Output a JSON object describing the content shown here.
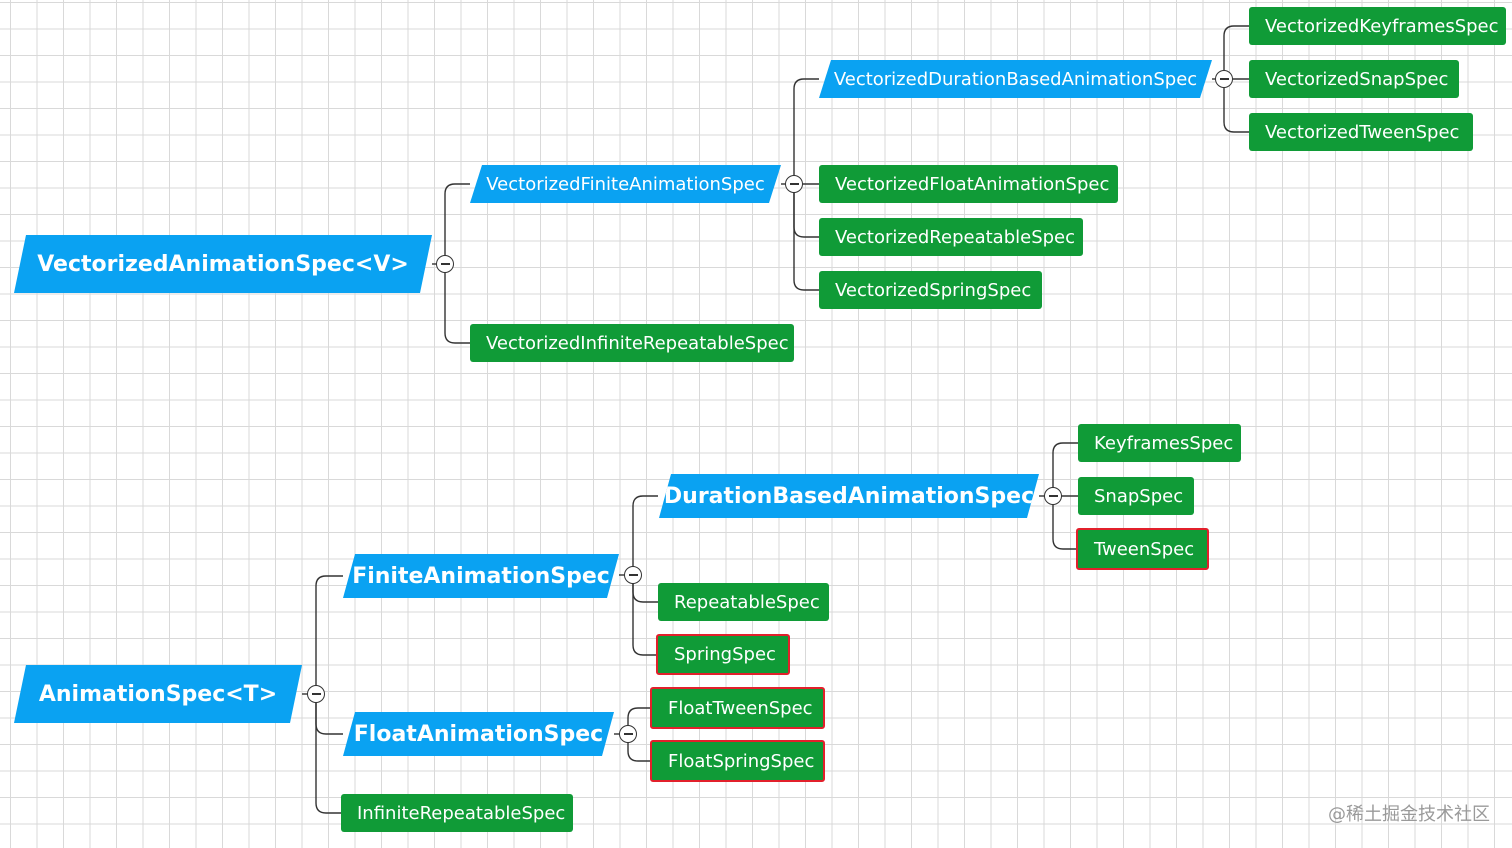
{
  "diagram": {
    "root_vectorized": "VectorizedAnimationSpec<V>",
    "vectorized_finite": "VectorizedFiniteAnimationSpec",
    "vectorized_infinite_repeatable": "VectorizedInfiniteRepeatableSpec",
    "vectorized_duration_based": "VectorizedDurationBasedAnimationSpec",
    "vectorized_float": "VectorizedFloatAnimationSpec",
    "vectorized_repeatable": "VectorizedRepeatableSpec",
    "vectorized_spring": "VectorizedSpringSpec",
    "vectorized_keyframes": "VectorizedKeyframesSpec",
    "vectorized_snap": "VectorizedSnapSpec",
    "vectorized_tween": "VectorizedTweenSpec",
    "root_animation": "AnimationSpec<T>",
    "finite": "FiniteAnimationSpec",
    "float": "FloatAnimationSpec",
    "infinite_repeatable": "InfiniteRepeatableSpec",
    "duration_based": "DurationBasedAnimationSpec",
    "repeatable": "RepeatableSpec",
    "spring": "SpringSpec",
    "keyframes": "KeyframesSpec",
    "snap": "SnapSpec",
    "tween": "TweenSpec",
    "float_tween": "FloatTweenSpec",
    "float_spring": "FloatSpringSpec"
  },
  "colors": {
    "blue_node": "#0aa2f2",
    "green_node": "#109b37",
    "highlight_border": "#e2202b",
    "connector": "#333333"
  },
  "watermark": "@稀土掘金技术社区"
}
